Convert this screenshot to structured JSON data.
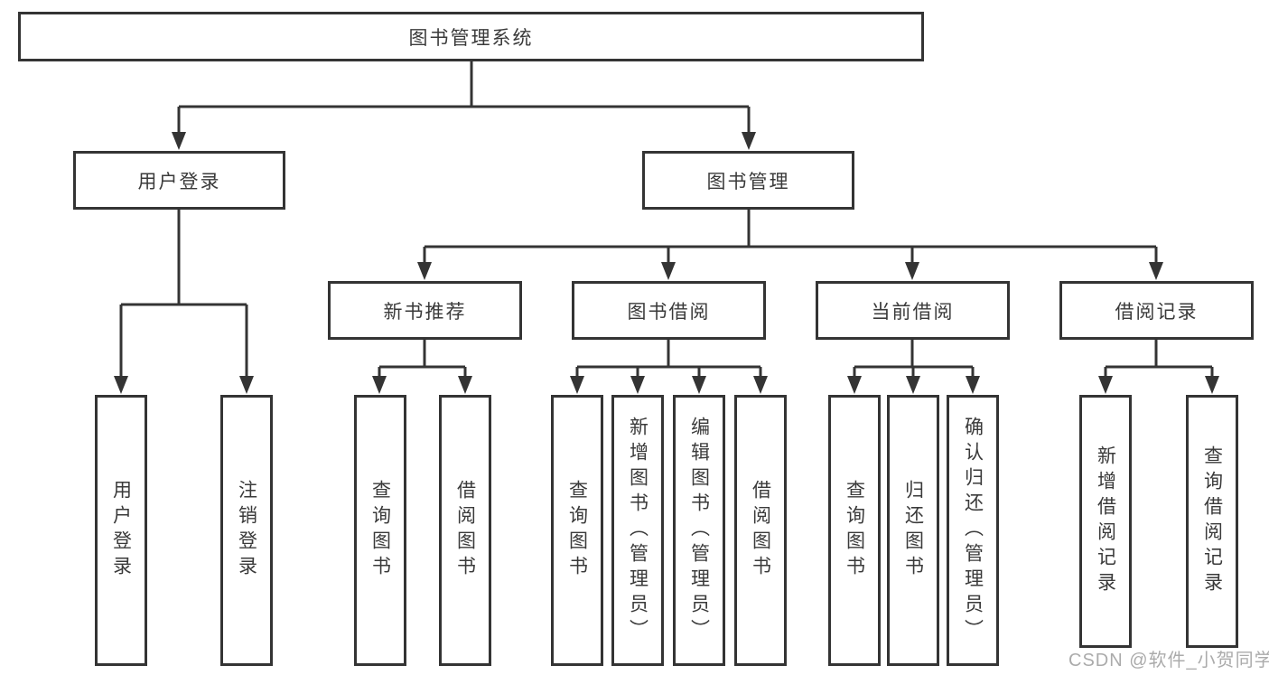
{
  "tree": {
    "root": {
      "label": "图书管理系统"
    },
    "branches": [
      {
        "label": "用户登录",
        "children": [
          {
            "label": "用户登录"
          },
          {
            "label": "注销登录"
          }
        ]
      },
      {
        "label": "图书管理",
        "children": [
          {
            "label": "新书推荐",
            "children": [
              {
                "label": "查询图书"
              },
              {
                "label": "借阅图书"
              }
            ]
          },
          {
            "label": "图书借阅",
            "children": [
              {
                "label": "查询图书"
              },
              {
                "label": "新增图书（管理员）"
              },
              {
                "label": "编辑图书（管理员）"
              },
              {
                "label": "借阅图书"
              }
            ]
          },
          {
            "label": "当前借阅",
            "children": [
              {
                "label": "查询图书"
              },
              {
                "label": "归还图书"
              },
              {
                "label": "确认归还（管理员）"
              }
            ]
          },
          {
            "label": "借阅记录",
            "children": [
              {
                "label": "新增借阅记录"
              },
              {
                "label": "查询借阅记录"
              }
            ]
          }
        ]
      }
    ]
  },
  "watermark": {
    "text": "CSDN @软件_小贺同学"
  },
  "colors": {
    "line": "#343434",
    "text": "#3a3a3a",
    "watermark": "#ababab",
    "background": "#ffffff"
  }
}
